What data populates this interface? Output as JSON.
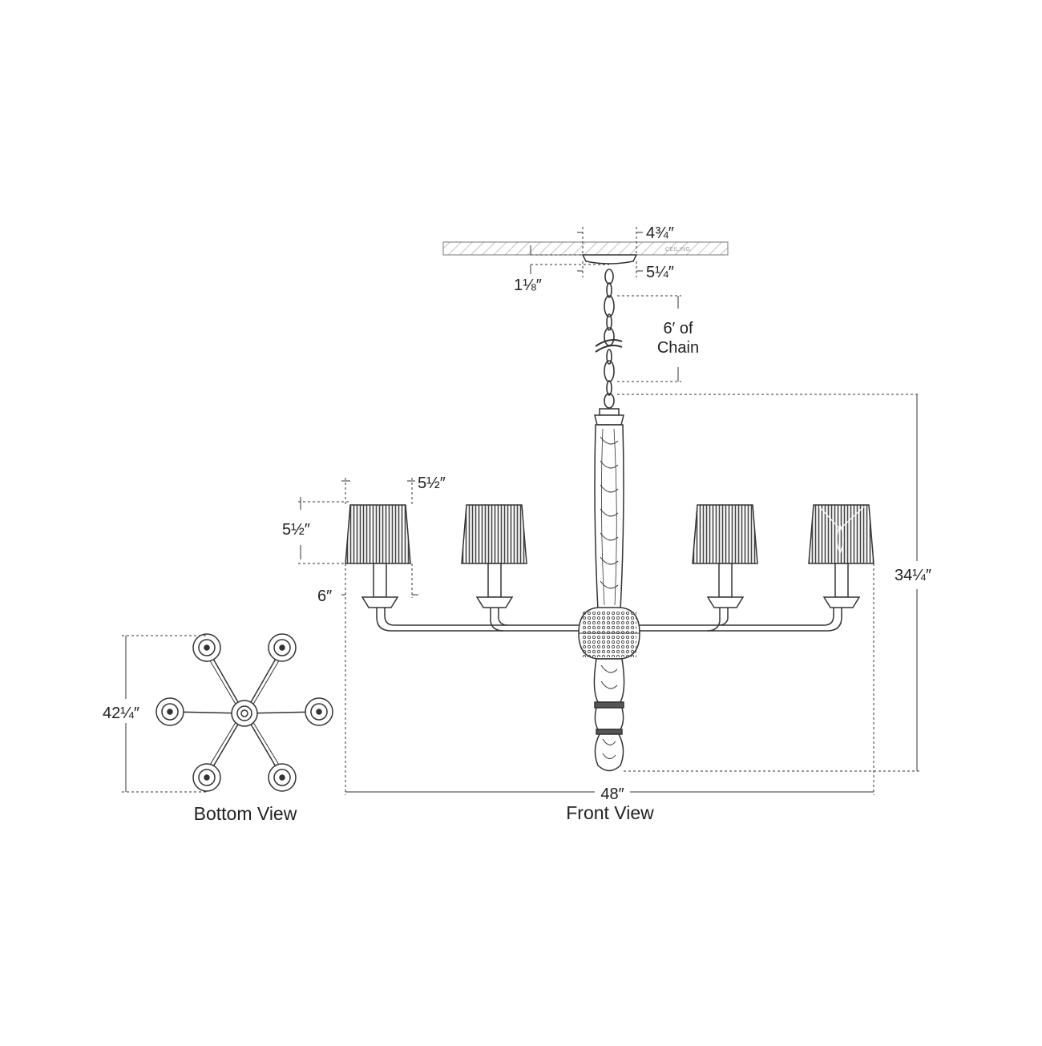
{
  "ceiling": {
    "label": "CEILING"
  },
  "dimensions": {
    "canopy_height": "4¾″",
    "canopy_offset": "1⅛″",
    "canopy_diameter": "5¼″",
    "chain_note_line1": "6′ of",
    "chain_note_line2": "Chain",
    "shade_top_width": "5½″",
    "shade_height": "5½″",
    "shade_bottom_width": "6″",
    "overall_height": "34¼″",
    "overall_width": "48″",
    "bottom_depth": "42¼″"
  },
  "views": {
    "front": "Front View",
    "bottom": "Bottom View"
  },
  "colors": {
    "line": "#333333",
    "shade": "#555555",
    "text": "#222222"
  }
}
